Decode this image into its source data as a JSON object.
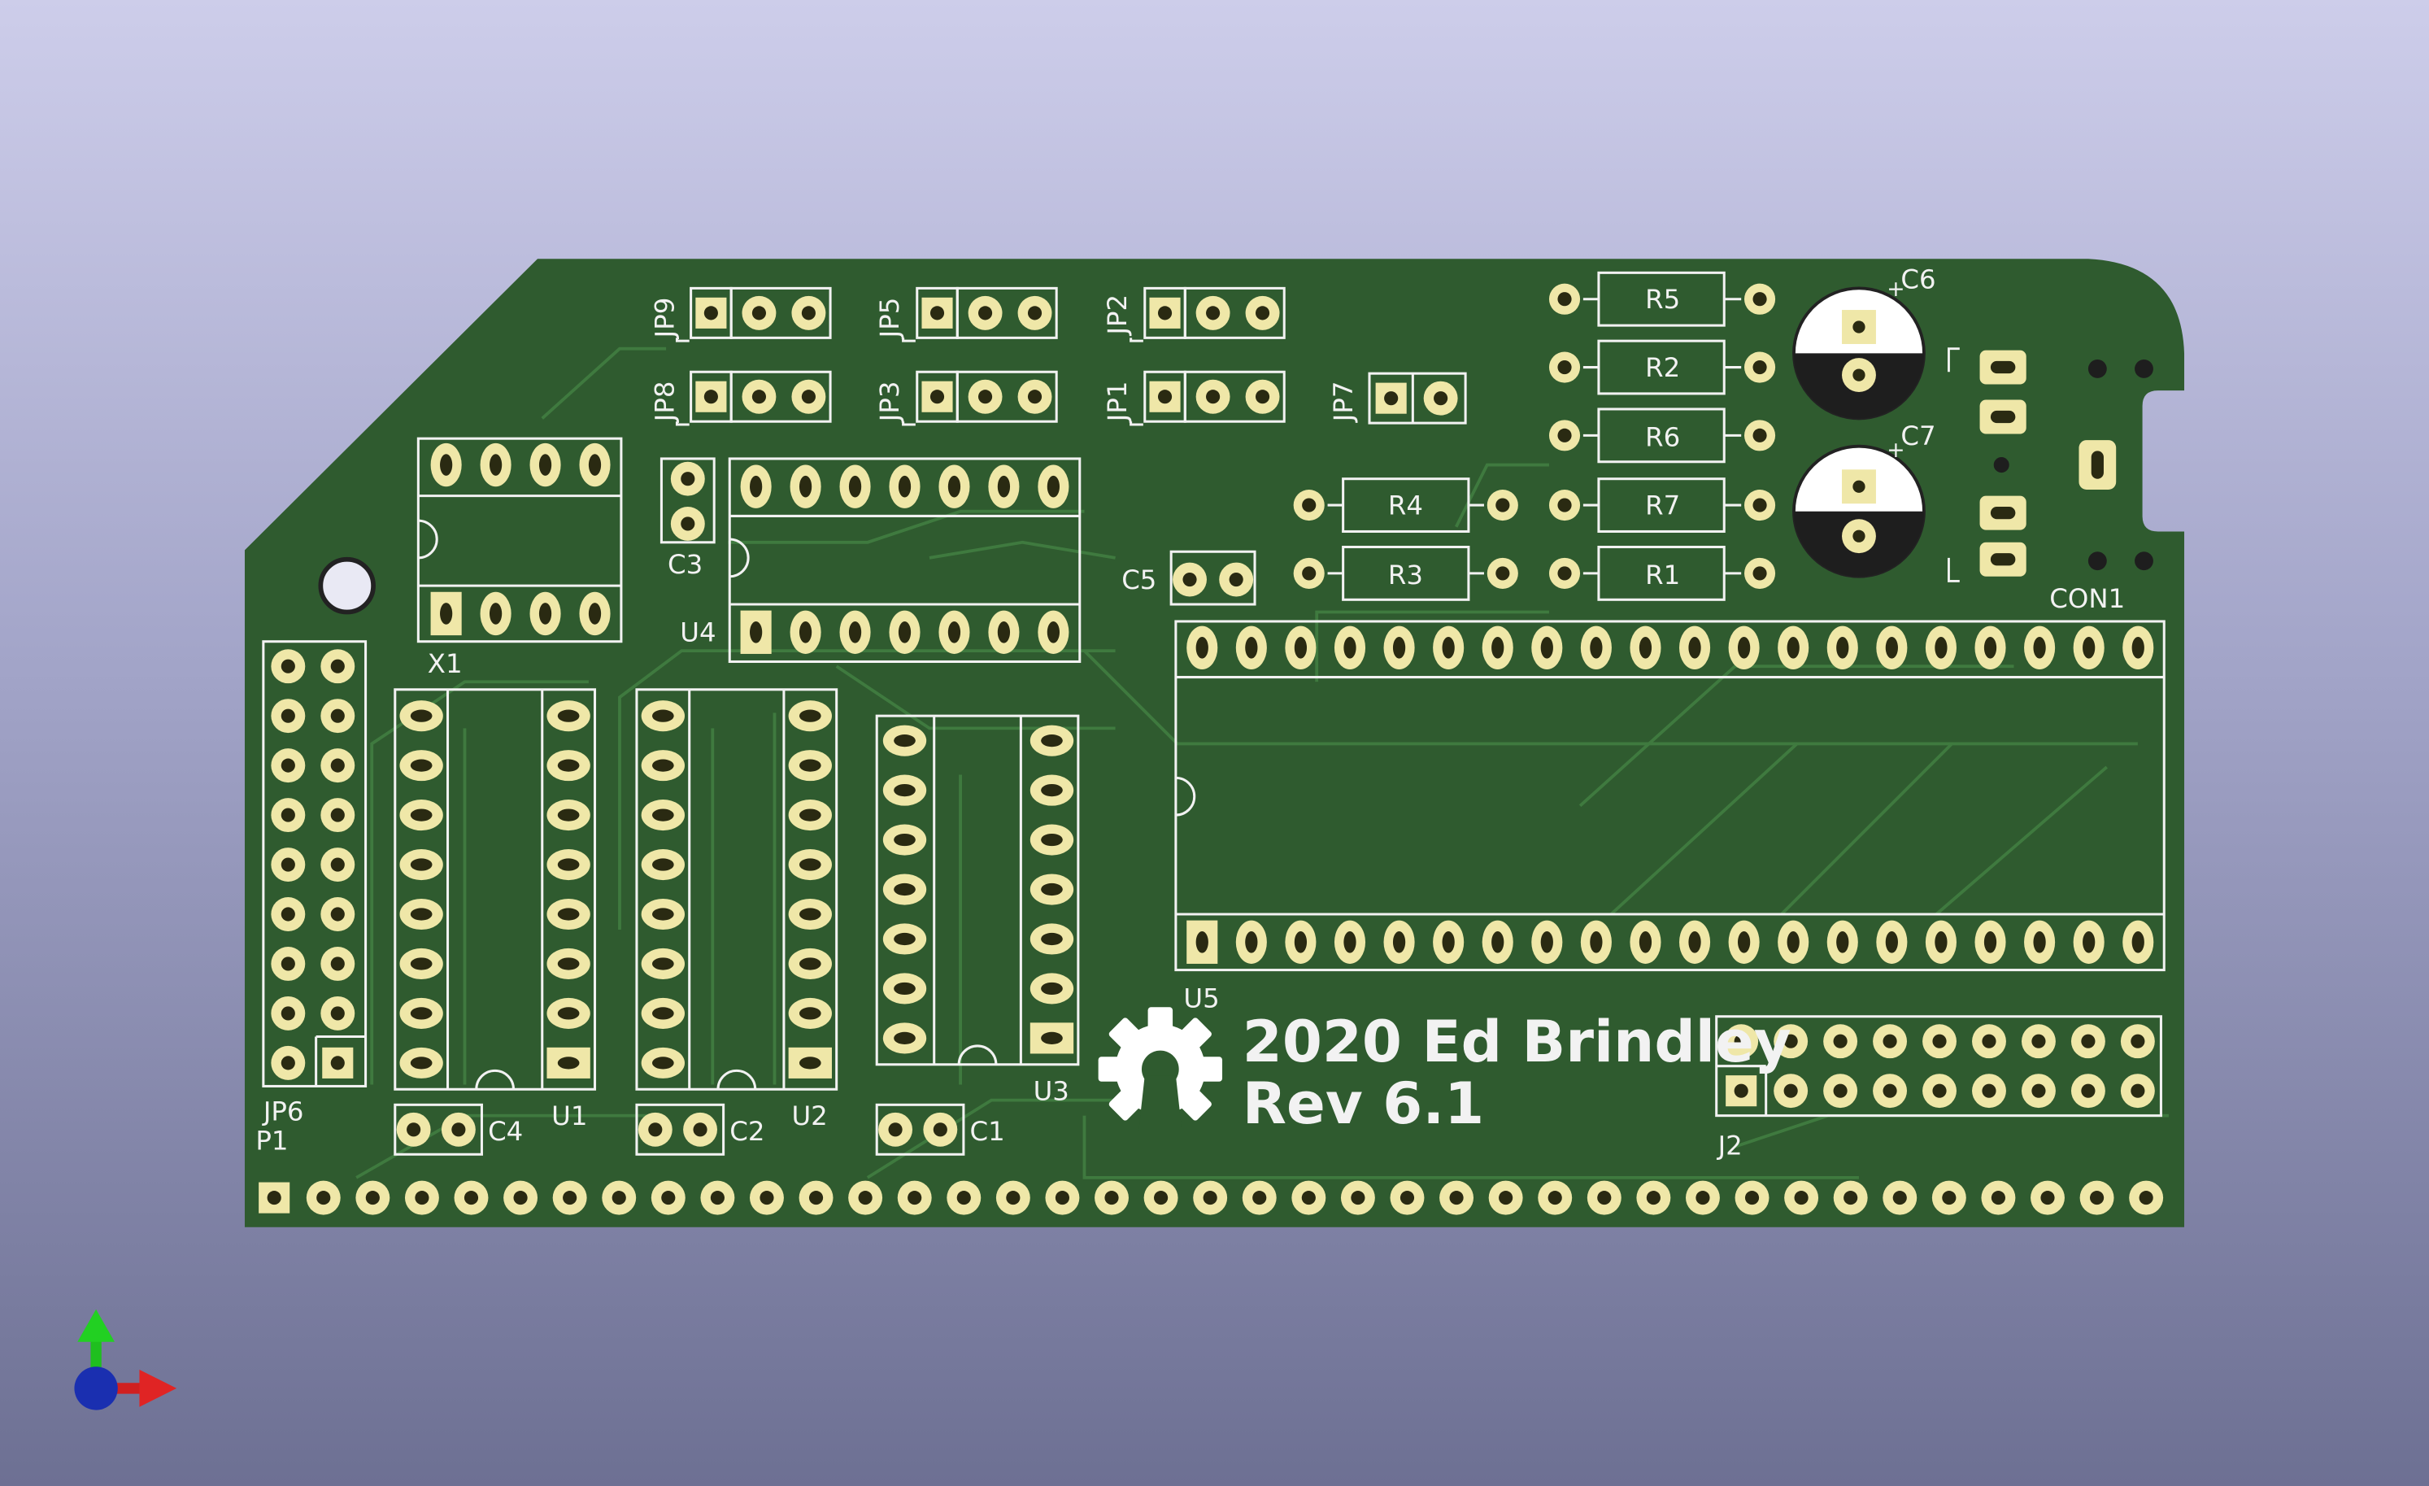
{
  "colors": {
    "board": "#2f5b2f",
    "trace": "#3f7a3f",
    "silk": "#f2f2f2",
    "copper": "#efe7a8",
    "hole": "#2a2a12"
  },
  "board_text": {
    "line1": "2020 Ed Brindley",
    "line2": "Rev 6.1"
  },
  "icons": {
    "logo": "oshw-gear-icon",
    "axes": "3d-axis-gizmo-icon"
  },
  "labels": {
    "JP9": "JP9",
    "JP8": "JP8",
    "JP5": "JP5",
    "JP3": "JP3",
    "JP2": "JP2",
    "JP1": "JP1",
    "JP7": "JP7",
    "R5": "R5",
    "R2": "R2",
    "R6": "R6",
    "R7": "R7",
    "R1": "R1",
    "R4": "R4",
    "R3": "R3",
    "C6": "C6",
    "C7": "C7",
    "C3": "C3",
    "C5": "C5",
    "C4": "C4",
    "C2": "C2",
    "C1": "C1",
    "X1": "X1",
    "U4": "U4",
    "U5": "U5",
    "U1": "U1",
    "U2": "U2",
    "U3": "U3",
    "JP6": "JP6",
    "P1": "P1",
    "J2": "J2",
    "CON1": "CON1"
  }
}
